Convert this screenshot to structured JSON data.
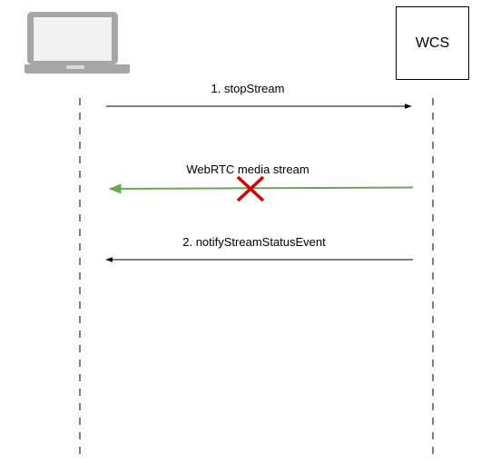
{
  "participants": {
    "client": {
      "icon": "laptop-icon"
    },
    "server": {
      "label": "WCS"
    }
  },
  "messages": [
    {
      "label": "1. stopStream",
      "direction": "client-to-server",
      "color": "#000000"
    },
    {
      "label": "WebRTC media stream",
      "direction": "server-to-client",
      "color": "#6aa84f",
      "stopped": true,
      "stop_color": "#cc0000"
    },
    {
      "label": "2. notifyStreamStatusEvent",
      "direction": "server-to-client",
      "color": "#000000"
    }
  ]
}
